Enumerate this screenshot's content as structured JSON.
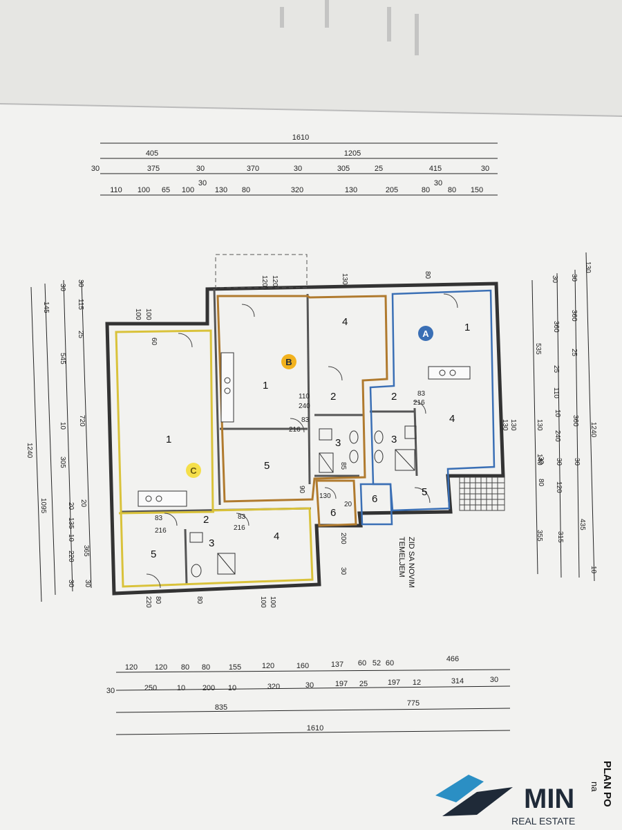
{
  "dims_top": {
    "row1": [
      "1610"
    ],
    "row2": [
      "405",
      "1205"
    ],
    "row3": [
      "30",
      "375",
      "30",
      "370",
      "30",
      "305",
      "25",
      "415",
      "30"
    ],
    "row4": [
      "110",
      "100",
      "65",
      "100",
      "30",
      "130",
      "80",
      "320",
      "130",
      "205",
      "30",
      "80",
      "80",
      "150"
    ]
  },
  "dims_bottom": {
    "row1": [
      "120",
      "120",
      "80",
      "80",
      "155",
      "120",
      "160",
      "137",
      "60",
      "52",
      "60",
      "466"
    ],
    "row2": [
      "30",
      "250",
      "10",
      "200",
      "10",
      "320",
      "30",
      "197",
      "25",
      "197",
      "12",
      "314",
      "30"
    ],
    "row3": [
      "835",
      "775"
    ],
    "row4": [
      "1610"
    ]
  },
  "dims_left": {
    "total": "1240",
    "outer": "1095",
    "a": [
      "30",
      "145",
      "545",
      "10",
      "305",
      "20",
      "135",
      "10",
      "220",
      "30"
    ],
    "b": [
      "30",
      "115",
      "25",
      "720",
      "20",
      "365",
      "30"
    ]
  },
  "dims_right": {
    "total": "1240",
    "outer": "435",
    "a": [
      "130",
      "30",
      "360",
      "25",
      "110",
      "10",
      "240",
      "30",
      "120",
      "315",
      "10"
    ],
    "b": [
      "30",
      "360",
      "25",
      "360",
      "30",
      "30",
      "80",
      "355"
    ],
    "c": [
      "535",
      "130",
      "140",
      "130",
      "130"
    ]
  },
  "openings": [
    "100",
    "120",
    "120",
    "130",
    "80",
    "100",
    "80",
    "80",
    "100",
    "220",
    "216",
    "83",
    "216",
    "83",
    "110",
    "240",
    "216",
    "83",
    "83",
    "216",
    "85",
    "130",
    "20",
    "200",
    "30",
    "60",
    "100",
    "90"
  ],
  "rooms": {
    "A": [
      "1",
      "2",
      "3",
      "4",
      "5",
      "6"
    ],
    "B": [
      "1",
      "2",
      "3",
      "4",
      "5",
      "6"
    ],
    "C": [
      "1",
      "2",
      "3",
      "4",
      "5"
    ]
  },
  "badges": {
    "a": "A",
    "b": "B",
    "c": "C"
  },
  "note": {
    "line1": "ZID SA NOVIM",
    "line2": "TEMELJEM"
  },
  "footer_title": "PLAN PO",
  "footer_sub": "na",
  "logo": {
    "word": "MIN",
    "sub": "REAL ESTATE"
  },
  "colors": {
    "unit_a": "#3a6fb5",
    "unit_b": "#b07a2e",
    "unit_c": "#d9c23a",
    "logo_teal": "#2b8fc4",
    "logo_dark": "#1f2a38"
  }
}
